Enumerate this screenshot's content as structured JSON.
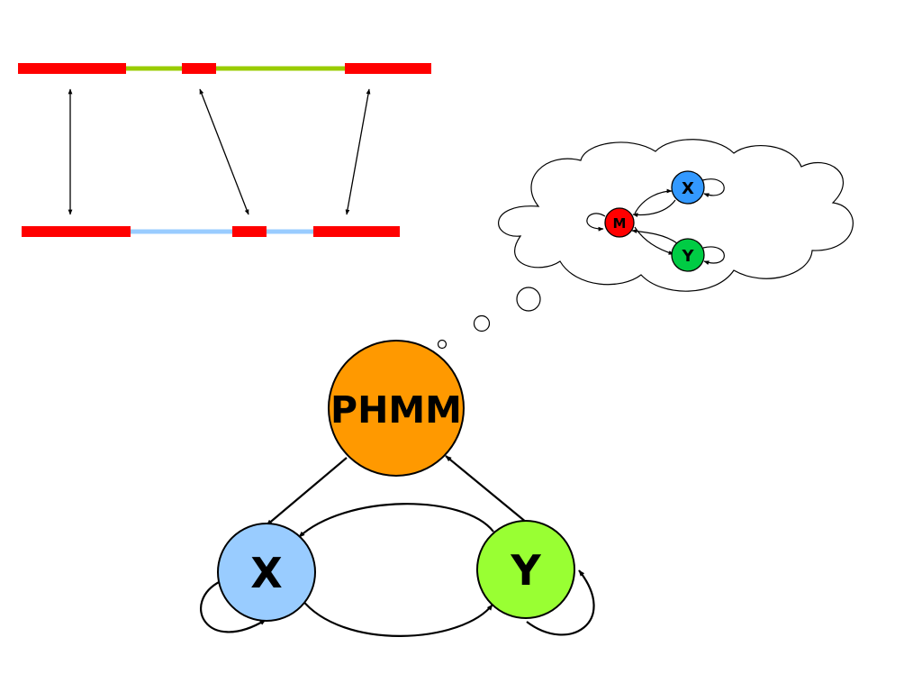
{
  "colors": {
    "segment_red": "#ff0000",
    "gap_top": "#99cc00",
    "gap_bottom": "#99ccff",
    "phmm_fill": "#ff9900",
    "x_fill": "#99ccff",
    "y_fill": "#99ff33",
    "mini_m_fill": "#ff0000",
    "mini_x_fill": "#3399ff",
    "mini_y_fill": "#00cc44",
    "stroke": "#000000",
    "cloud_fill": "#ffffff"
  },
  "nodes": {
    "phmm": "PHMM",
    "x": "X",
    "y": "Y"
  },
  "mini_nodes": {
    "m": "M",
    "x": "X",
    "y": "Y"
  }
}
